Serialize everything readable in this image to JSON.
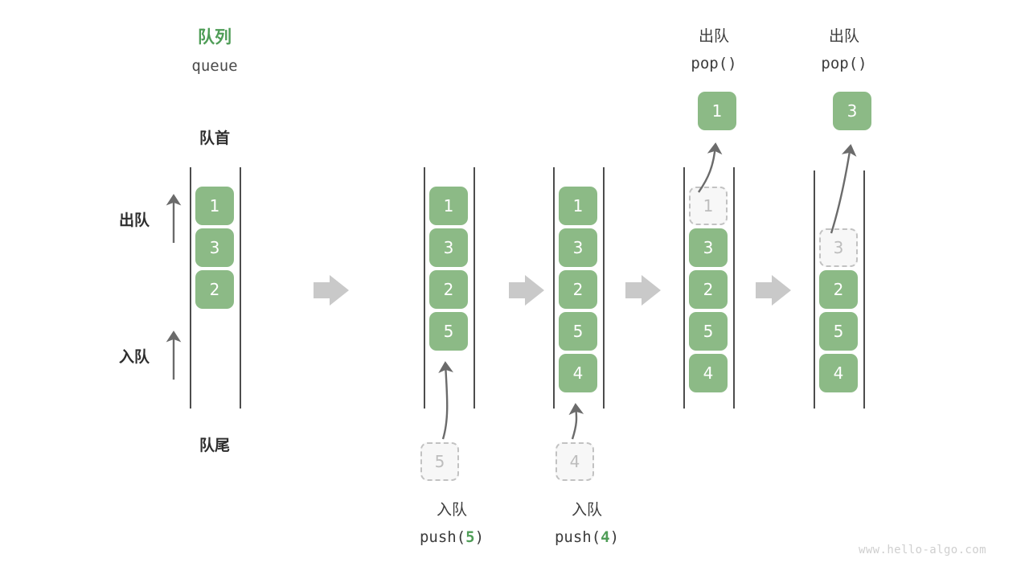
{
  "diagram": {
    "title_cn": "队列",
    "title_en": "queue",
    "head_label": "队首",
    "tail_label": "队尾",
    "dequeue_arrow_label": "出队",
    "enqueue_arrow_label": "入队",
    "watermark": "www.hello-algo.com",
    "colors": {
      "box_fill": "#8cba86",
      "box_text": "#ffffff",
      "ghost_fill": "#f7f7f7",
      "ghost_border": "#c2c2c2",
      "ghost_text": "#bdbdbd",
      "rail": "#4d4d4d",
      "accent_green": "#4f9d57",
      "step_arrow": "#c9c9c9",
      "curve_arrow": "#6b6b6b",
      "text": "#3c3c3c",
      "watermark": "#cfcfcf"
    }
  },
  "steps": [
    {
      "id": "initial",
      "op_cn": "",
      "op_code": "",
      "items": [
        {
          "value": "1",
          "state": "filled"
        },
        {
          "value": "3",
          "state": "filled"
        },
        {
          "value": "2",
          "state": "filled"
        }
      ],
      "incoming": null,
      "outgoing": null
    },
    {
      "id": "push-5",
      "op_cn": "入队",
      "op_code_prefix": "push(",
      "op_code_num": "5",
      "op_code_suffix": ")",
      "items": [
        {
          "value": "1",
          "state": "filled"
        },
        {
          "value": "3",
          "state": "filled"
        },
        {
          "value": "2",
          "state": "filled"
        },
        {
          "value": "5",
          "state": "filled"
        }
      ],
      "incoming": {
        "value": "5",
        "state": "ghost"
      },
      "outgoing": null
    },
    {
      "id": "push-4",
      "op_cn": "入队",
      "op_code_prefix": "push(",
      "op_code_num": "4",
      "op_code_suffix": ")",
      "items": [
        {
          "value": "1",
          "state": "filled"
        },
        {
          "value": "3",
          "state": "filled"
        },
        {
          "value": "2",
          "state": "filled"
        },
        {
          "value": "5",
          "state": "filled"
        },
        {
          "value": "4",
          "state": "filled"
        }
      ],
      "incoming": {
        "value": "4",
        "state": "ghost"
      },
      "outgoing": null
    },
    {
      "id": "pop-1",
      "op_cn": "出队",
      "op_code_prefix": "pop(",
      "op_code_num": "",
      "op_code_suffix": ")",
      "items": [
        {
          "value": "1",
          "state": "ghost"
        },
        {
          "value": "3",
          "state": "filled"
        },
        {
          "value": "2",
          "state": "filled"
        },
        {
          "value": "5",
          "state": "filled"
        },
        {
          "value": "4",
          "state": "filled"
        }
      ],
      "incoming": null,
      "outgoing": {
        "value": "1",
        "state": "filled"
      }
    },
    {
      "id": "pop-3",
      "op_cn": "出队",
      "op_code_prefix": "pop(",
      "op_code_num": "",
      "op_code_suffix": ")",
      "items": [
        {
          "value": "3",
          "state": "ghost"
        },
        {
          "value": "2",
          "state": "filled"
        },
        {
          "value": "5",
          "state": "filled"
        },
        {
          "value": "4",
          "state": "filled"
        }
      ],
      "incoming": null,
      "outgoing": {
        "value": "3",
        "state": "filled"
      }
    }
  ]
}
